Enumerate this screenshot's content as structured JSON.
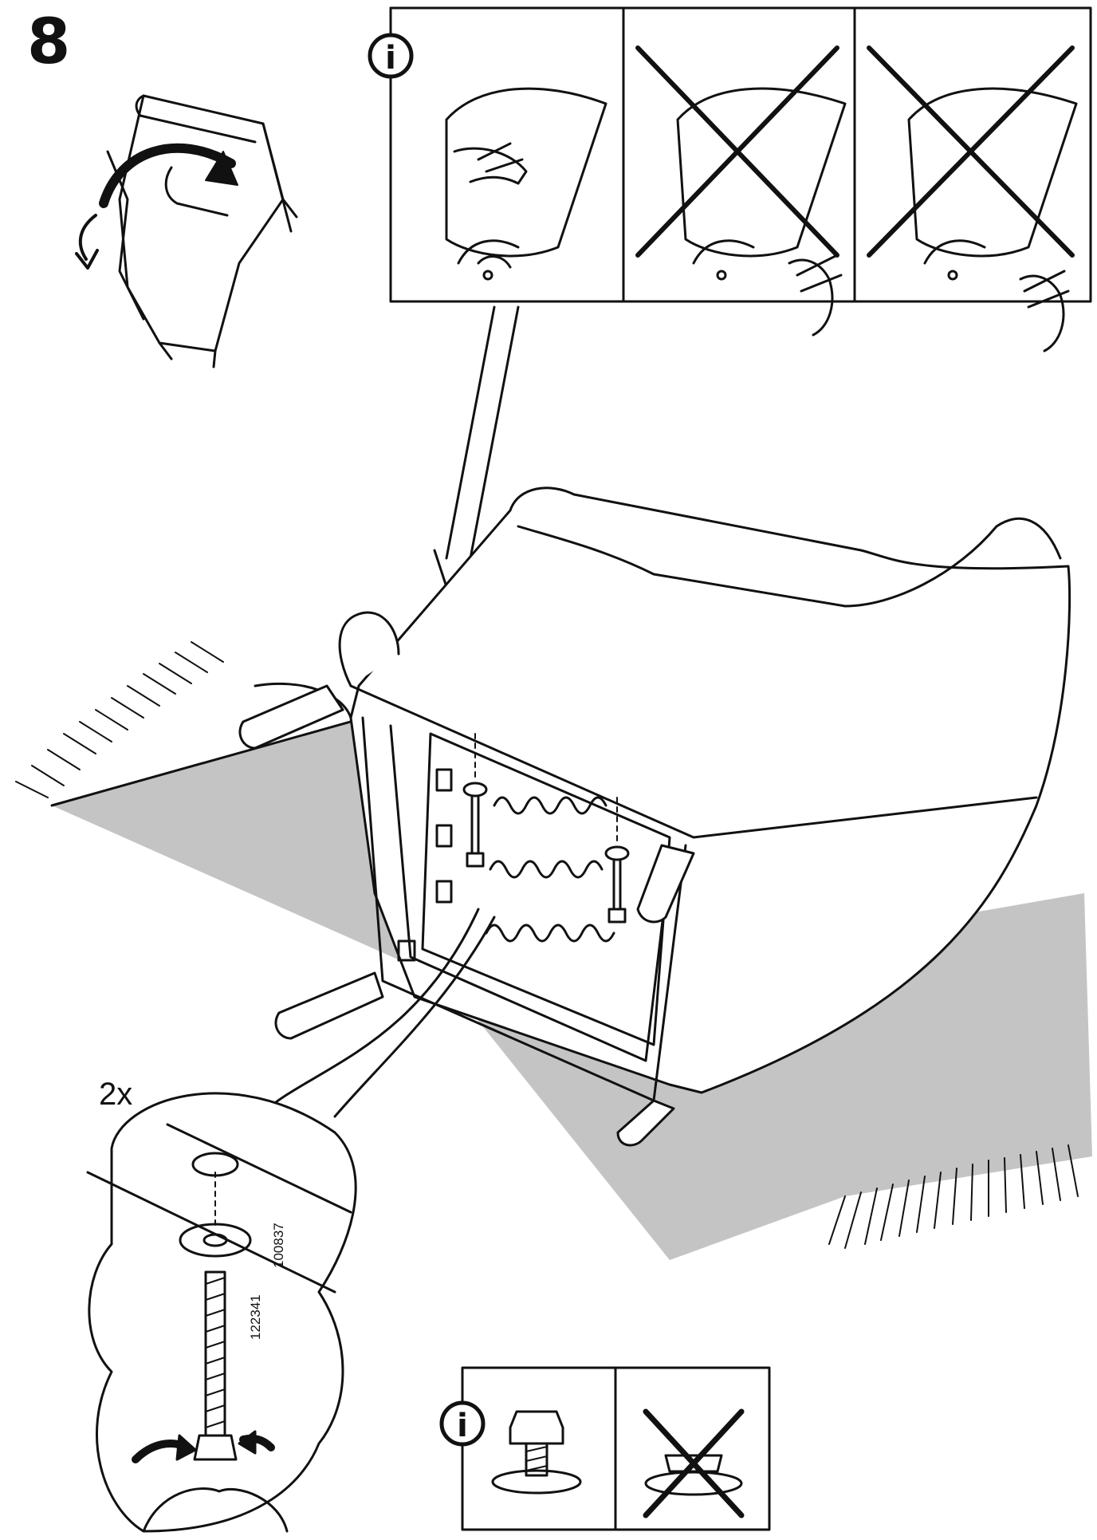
{
  "step": {
    "number": "8"
  },
  "detail": {
    "quantity": "2x"
  },
  "parts": [
    {
      "code": "100837"
    },
    {
      "code": "122341"
    }
  ],
  "info_icon": {
    "glyph": "i"
  },
  "colors": {
    "ink": "#111111",
    "rug": "#c4c4c4",
    "paper": "#ffffff"
  }
}
